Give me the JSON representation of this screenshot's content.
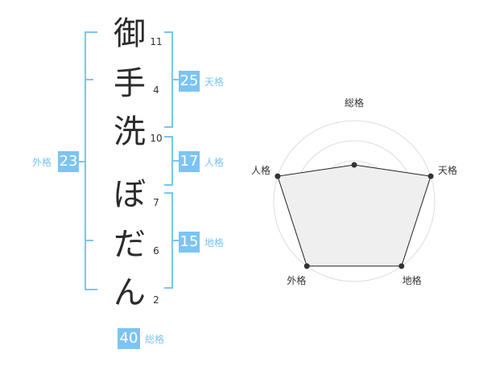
{
  "name_chars": [
    {
      "char": "御",
      "strokes": "11"
    },
    {
      "char": "手",
      "strokes": "4"
    },
    {
      "char": "洗",
      "strokes": "10"
    },
    {
      "char": "ぼ",
      "strokes": "7"
    },
    {
      "char": "だ",
      "strokes": "6"
    },
    {
      "char": "ん",
      "strokes": "2"
    }
  ],
  "kakusu": {
    "tenkaku": {
      "value": "25",
      "label": "天格"
    },
    "jinkaku": {
      "value": "17",
      "label": "人格"
    },
    "chikaku": {
      "value": "15",
      "label": "地格"
    },
    "gaikaku": {
      "value": "23",
      "label": "外格"
    },
    "soukaku": {
      "value": "40",
      "label": "総格"
    }
  },
  "colors": {
    "accent": "#7cc4f2",
    "text": "#2b2b2b",
    "radar_fill": "#efefef",
    "grid": "#dddddd"
  },
  "chart_data": {
    "type": "radar",
    "axes": [
      "総格",
      "天格",
      "地格",
      "外格",
      "人格"
    ],
    "values": [
      0.45,
      1.0,
      1.0,
      1.0,
      1.0
    ],
    "range": [
      0,
      1
    ],
    "rings": 4,
    "grid": true
  }
}
